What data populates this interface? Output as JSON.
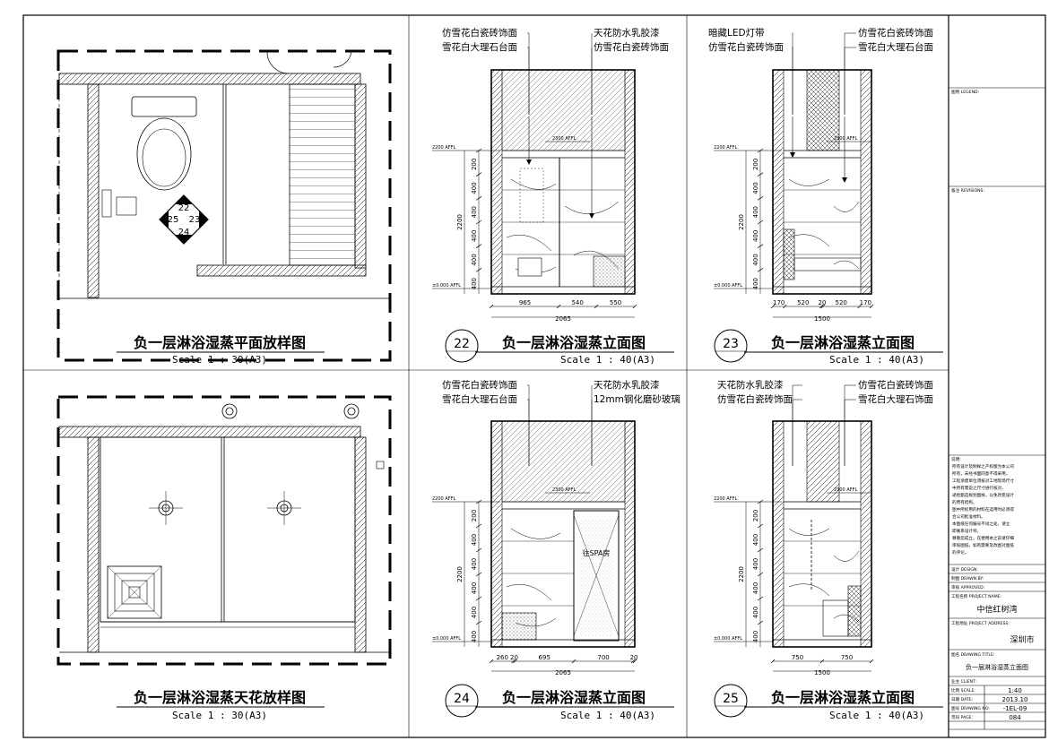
{
  "panels": {
    "plan": {
      "title": "负一层淋浴湿蒸平面放样图",
      "scale": "Scale 1 : 30(A3)",
      "markers": [
        "22",
        "23",
        "24",
        "25"
      ]
    },
    "ceiling": {
      "title": "负一层淋浴湿蒸天花放样图",
      "scale": "Scale 1 : 30(A3)"
    },
    "e22": {
      "number": "22",
      "title": "负一层淋浴湿蒸立面图",
      "scale": "Scale 1 : 40(A3)",
      "callouts_left": [
        "仿雪花白瓷砖饰面",
        "雪花白大理石台面"
      ],
      "callouts_right": [
        "天花防水乳胶漆",
        "仿雪花白瓷砖饰面"
      ],
      "level_top": "2200 AFFL",
      "level_ceil": "2300 AFFL",
      "level_floor": "±0.000 AFFL",
      "vdims": [
        "200",
        "400",
        "400",
        "400",
        "400",
        "400"
      ],
      "vtotal": "2200",
      "hdims": [
        "965",
        "540",
        "550"
      ],
      "htotal": "2065"
    },
    "e23": {
      "number": "23",
      "title": "负一层淋浴湿蒸立面图",
      "scale": "Scale 1 : 40(A3)",
      "callouts_left": [
        "暗藏LED灯带",
        "仿雪花白瓷砖饰面"
      ],
      "callouts_right": [
        "仿雪花白瓷砖饰面",
        "雪花白大理石台面"
      ],
      "level_top": "2200 AFFL",
      "level_ceil": "2300 AFFL",
      "level_floor": "±0.000 AFFL",
      "vdims": [
        "200",
        "400",
        "400",
        "400",
        "400",
        "400"
      ],
      "vtotal": "2200",
      "hdims": [
        "170",
        "520",
        "20",
        "520",
        "170"
      ],
      "htotal": "1500"
    },
    "e24": {
      "number": "24",
      "title": "负一层淋浴湿蒸立面图",
      "scale": "Scale 1 : 40(A3)",
      "callouts_left": [
        "仿雪花白瓷砖饰面",
        "雪花白大理石台面"
      ],
      "callouts_right": [
        "天花防水乳胶漆",
        "12mm钢化磨砂玻璃"
      ],
      "door_label": "往SPA房",
      "level_top": "2200 AFFL",
      "level_ceil": "2300 AFFL",
      "level_floor": "±0.000 AFFL",
      "vdims": [
        "200",
        "400",
        "400",
        "400",
        "400",
        "400"
      ],
      "vtotal": "2200",
      "hdims": [
        "260",
        "20",
        "695",
        "700",
        "20"
      ],
      "htotal": "2065"
    },
    "e25": {
      "number": "25",
      "title": "负一层淋浴湿蒸立面图",
      "scale": "Scale 1 : 40(A3)",
      "callouts_left": [
        "天花防水乳胶漆",
        "仿雪花白瓷砖饰面"
      ],
      "callouts_right": [
        "仿雪花白瓷砖饰面",
        "雪花白大理石饰面"
      ],
      "level_top": "2200 AFFL",
      "level_ceil": "2300 AFFL",
      "level_floor": "±0.000 AFFL",
      "vdims": [
        "200",
        "400",
        "400",
        "400",
        "400",
        "400"
      ],
      "vtotal": "2200",
      "hdims": [
        "750",
        "750"
      ],
      "htotal": "1500"
    }
  },
  "title_block": {
    "legend_label": "图例 LEGEND:",
    "revisions_label": "备注 REVISIONS:",
    "notes_label": "说明:",
    "notes": [
      "所有设计及制样之产权版为本公司",
      "所有，未经书面同意不得采用。",
      "工程承建单位须核对工地现场尺寸",
      "中所有需说之尺寸进行核对，",
      "递给甄选规划图样，以免改变设计",
      "的原有结构。",
      "图中所标用的材料在选用时必须得",
      "合公司批准材料。",
      "本图纸任何编号不试之处，请立",
      "即联系设计师。",
      "尊敬您成立，在便用本之前请仔细",
      "审核图纸，如有需要及改图对图纸",
      "的评论。"
    ],
    "design_label": "设计 DESIGN:",
    "drawn_label": "制图 DRAWN BY:",
    "checked_label": "审核 APPROVED:",
    "project_label": "工程名称 PROJECT NAME:",
    "project_name": "中信红树湾",
    "address_label": "工程地址 PROJECT ADDRESS:",
    "address": "深圳市",
    "drawing_title_label": "图名 DRAWING TITLE:",
    "drawing_title": "负一层淋浴湿蒸立面图",
    "client_label": "业主 CLIENT:",
    "scale_label": "比例 SCALE:",
    "scale": "1:40",
    "date_label": "日期 DATE:",
    "date": "2013.10",
    "no_label": "图号 DRAWING NO:",
    "drawing_no": "-1EL-09",
    "page_label": "页码 PAGE:",
    "page": "084"
  }
}
